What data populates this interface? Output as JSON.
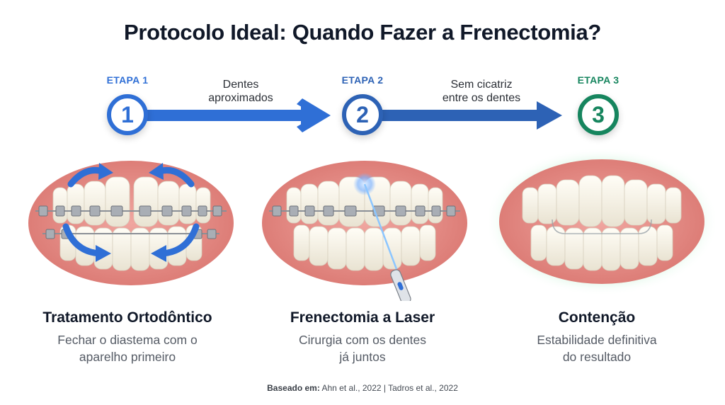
{
  "title": "Protocolo Ideal: Quando Fazer a Frenectomia?",
  "colors": {
    "blue": "#2f6fd6",
    "dark_blue": "#2d62b5",
    "green": "#16855e",
    "title": "#101828",
    "text_gray": "#555b65"
  },
  "stages": [
    {
      "label": "ETAPA 1",
      "number": "1",
      "title": "Tratamento Ortodôntico",
      "desc_line1": "Fechar o diastema com o",
      "desc_line2": "aparelho primeiro",
      "illustration": "teeth-with-braces-closing-gap"
    },
    {
      "label": "ETAPA 2",
      "number": "2",
      "title": "Frenectomia a Laser",
      "desc_line1": "Cirurgia com os dentes",
      "desc_line2": "já juntos",
      "illustration": "teeth-with-braces-laser"
    },
    {
      "label": "ETAPA 3",
      "number": "3",
      "title": "Contenção",
      "desc_line1": "Estabilidade definitiva",
      "desc_line2": "do resultado",
      "illustration": "teeth-with-retainer"
    }
  ],
  "arrows": [
    {
      "line1": "Dentes",
      "line2": "aproximados"
    },
    {
      "line1": "Sem cicatriz",
      "line2": "entre os dentes"
    }
  ],
  "footer": {
    "label": "Baseado em:",
    "refs": "Ahn et al., 2022 | Tadros et al., 2022"
  }
}
